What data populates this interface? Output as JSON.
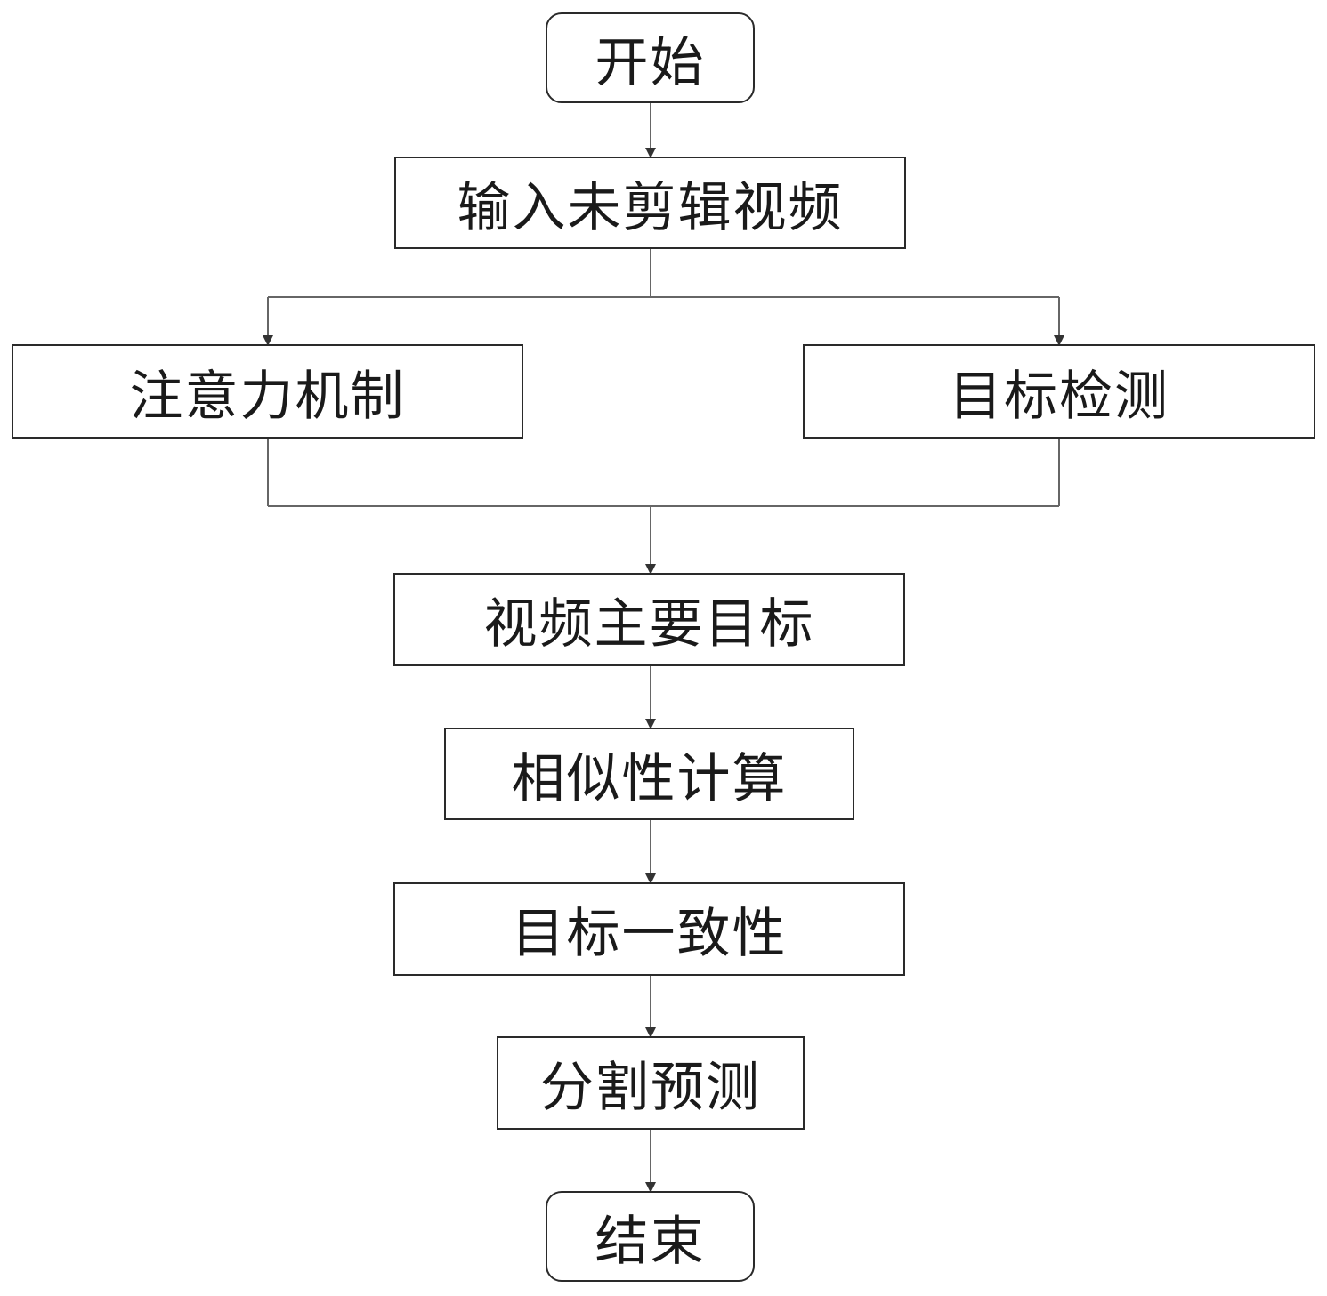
{
  "flowchart": {
    "start": "开始",
    "input_video": "输入未剪辑视频",
    "attention": "注意力机制",
    "detection": "目标检测",
    "main_target": "视频主要目标",
    "similarity": "相似性计算",
    "consistency": "目标一致性",
    "segmentation": "分割预测",
    "end": "结束"
  },
  "colors": {
    "node_border": "#2a2a2a",
    "connector": "#555555",
    "text": "#1a1a1a"
  }
}
